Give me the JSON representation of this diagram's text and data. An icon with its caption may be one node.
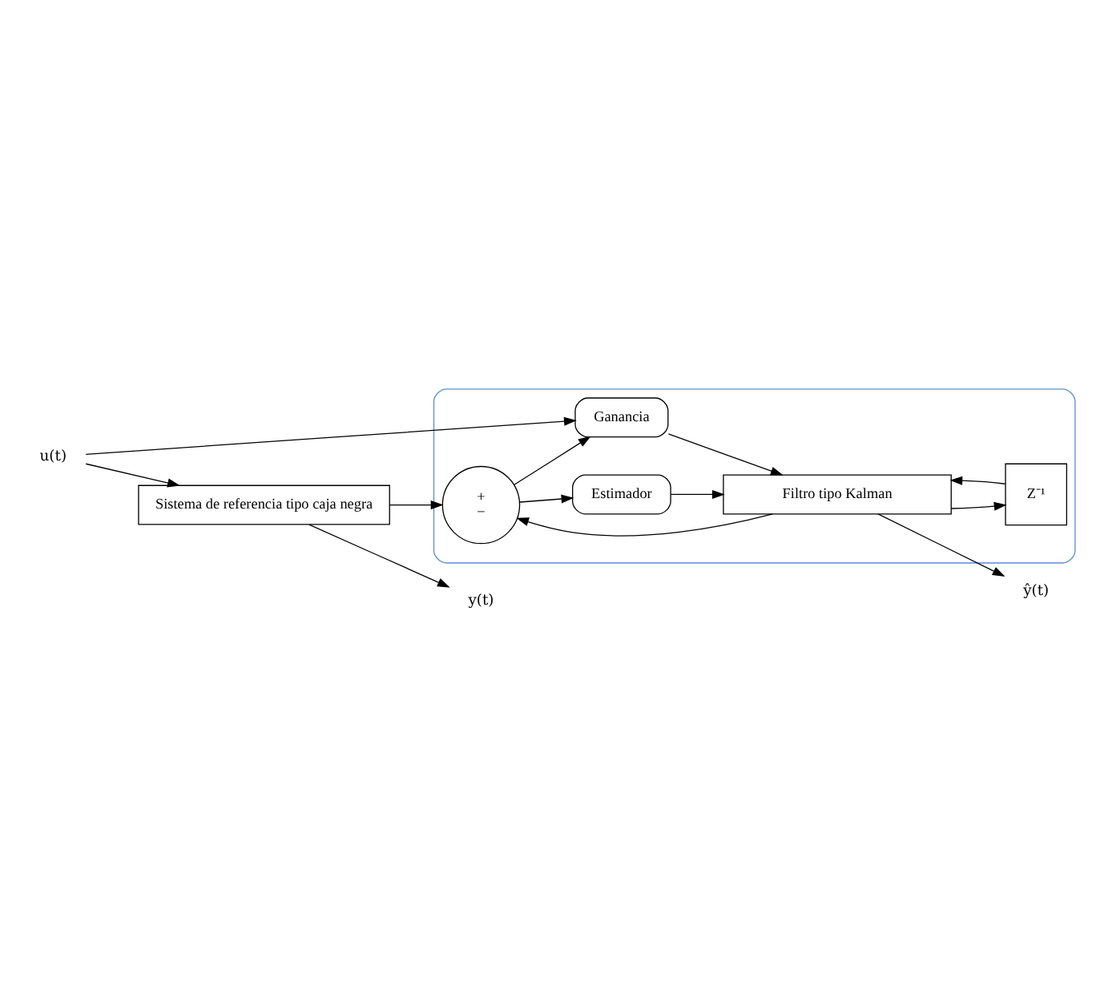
{
  "diagram": {
    "nodes": [
      {
        "text": [],
        "shape": "box"
      },
      {
        "text": [
          "Sistema de referencia tipo caja negra"
        ]
      },
      {
        "text": [
          "Ganancia"
        ],
        "in": 0
      },
      {
        "text": [
          "Estimador"
        ],
        "in": 0
      },
      {
        "text": [
          "Filtro tipo Kalman"
        ],
        "in": 0
      },
      {
        "text": [
          "+",
          "−"
        ],
        "in": 0
      },
      {
        "text": [
          "Z⁻¹"
        ],
        "in": 0
      },
      {
        "text": [
          "u(t)"
        ]
      },
      {
        "text": [
          "y(t)"
        ]
      },
      {
        "text": [
          "ŷ(t)"
        ]
      }
    ],
    "edges": [
      {
        "from": 7,
        "to": 1,
        "arrow": "to"
      },
      {
        "from": 7,
        "to": 2,
        "arrow": "to"
      },
      {
        "from": 1,
        "to": 8,
        "arrow": "to"
      },
      {
        "from": 1,
        "to": 5,
        "arrow": "to"
      },
      {
        "from": 5,
        "to": 3,
        "arrow": "to"
      },
      {
        "from": 5,
        "to": 2,
        "arrow": "to"
      },
      {
        "from": 2,
        "to": 4,
        "arrow": "to"
      },
      {
        "from": 3,
        "to": 4,
        "arrow": "to"
      },
      {
        "from": 4,
        "to": 9,
        "arrow": "to"
      },
      {
        "from": 4,
        "to": 5,
        "arrow": "to"
      },
      {
        "from": 4,
        "to": 6,
        "arrow": "to"
      },
      {
        "from": 6,
        "to": 4,
        "arrow": "to"
      }
    ]
  }
}
